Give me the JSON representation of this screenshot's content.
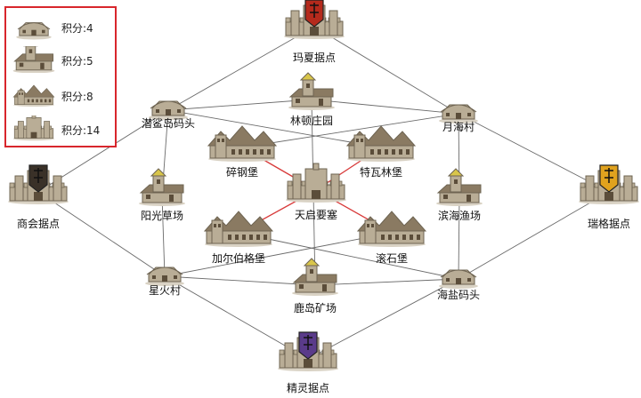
{
  "legend": {
    "items": [
      {
        "tier": "village",
        "icon": "village-icon",
        "label": "积分:4"
      },
      {
        "tier": "house",
        "icon": "house-icon",
        "label": "积分:5"
      },
      {
        "tier": "fort",
        "icon": "fort-icon",
        "label": "积分:8"
      },
      {
        "tier": "stronghold",
        "icon": "stronghold-icon",
        "label": "积分:14"
      }
    ]
  },
  "colors": {
    "stone": "#b9ad96",
    "stone_dark": "#6e6452",
    "roof": "#8a7a62",
    "road": "#6b6b6b",
    "road_center": "#d83a3a",
    "legend_border": "#d8262c",
    "banner_maxia": "#b52a1c",
    "banner_shanghui": "#3a3128",
    "banner_ruige": "#e0a21e",
    "banner_jingling": "#5a3b8a"
  },
  "nodes": [
    {
      "id": "maxia",
      "name": "玛夏据点",
      "tier": "stronghold",
      "banner": "banner_maxia"
    },
    {
      "id": "shanghui",
      "name": "商会据点",
      "tier": "stronghold",
      "banner": "banner_shanghui"
    },
    {
      "id": "ruige",
      "name": "瑞格据点",
      "tier": "stronghold",
      "banner": "banner_ruige"
    },
    {
      "id": "jingling",
      "name": "精灵据点",
      "tier": "stronghold",
      "banner": "banner_jingling"
    },
    {
      "id": "tianqi",
      "name": "天启要塞",
      "tier": "stronghold",
      "banner": ""
    },
    {
      "id": "qianshadao",
      "name": "潜鲨岛码头",
      "tier": "village"
    },
    {
      "id": "yuehai",
      "name": "月海村",
      "tier": "village"
    },
    {
      "id": "xinghuo",
      "name": "星火村",
      "tier": "village"
    },
    {
      "id": "haiyan",
      "name": "海盐码头",
      "tier": "village"
    },
    {
      "id": "lindun",
      "name": "林顿庄园",
      "tier": "house"
    },
    {
      "id": "yangguang",
      "name": "阳光草场",
      "tier": "house"
    },
    {
      "id": "binhai",
      "name": "滨海渔场",
      "tier": "house"
    },
    {
      "id": "ludao",
      "name": "鹿岛矿场",
      "tier": "house"
    },
    {
      "id": "suigang",
      "name": "碎钢堡",
      "tier": "fort"
    },
    {
      "id": "tewalin",
      "name": "特瓦林堡",
      "tier": "fort"
    },
    {
      "id": "jiaerbo",
      "name": "加尔伯格堡",
      "tier": "fort"
    },
    {
      "id": "gunshi",
      "name": "滚石堡",
      "tier": "fort"
    }
  ],
  "roads": [
    [
      "maxia",
      "qianshadao"
    ],
    [
      "maxia",
      "yuehai"
    ],
    [
      "shanghui",
      "qianshadao"
    ],
    [
      "shanghui",
      "xinghuo"
    ],
    [
      "ruige",
      "yuehai"
    ],
    [
      "ruige",
      "haiyan"
    ],
    [
      "jingling",
      "xinghuo"
    ],
    [
      "jingling",
      "haiyan"
    ],
    [
      "qianshadao",
      "lindun"
    ],
    [
      "lindun",
      "yuehai"
    ],
    [
      "xinghuo",
      "ludao"
    ],
    [
      "ludao",
      "haiyan"
    ],
    [
      "qianshadao",
      "yangguang"
    ],
    [
      "yangguang",
      "xinghuo"
    ],
    [
      "yuehai",
      "binhai"
    ],
    [
      "binhai",
      "haiyan"
    ],
    [
      "qianshadao",
      "tewalin"
    ],
    [
      "yuehai",
      "suigang"
    ],
    [
      "lindun",
      "ludao"
    ],
    [
      "xinghuo",
      "gunshi"
    ],
    [
      "haiyan",
      "jiaerbo"
    ],
    [
      "suigang",
      "tianqi"
    ],
    [
      "tewalin",
      "tianqi"
    ],
    [
      "jiaerbo",
      "tianqi"
    ],
    [
      "gunshi",
      "tianqi"
    ]
  ],
  "center_roads": [
    [
      "suigang",
      "tianqi"
    ],
    [
      "tewalin",
      "tianqi"
    ],
    [
      "jiaerbo",
      "tianqi"
    ],
    [
      "gunshi",
      "tianqi"
    ]
  ]
}
